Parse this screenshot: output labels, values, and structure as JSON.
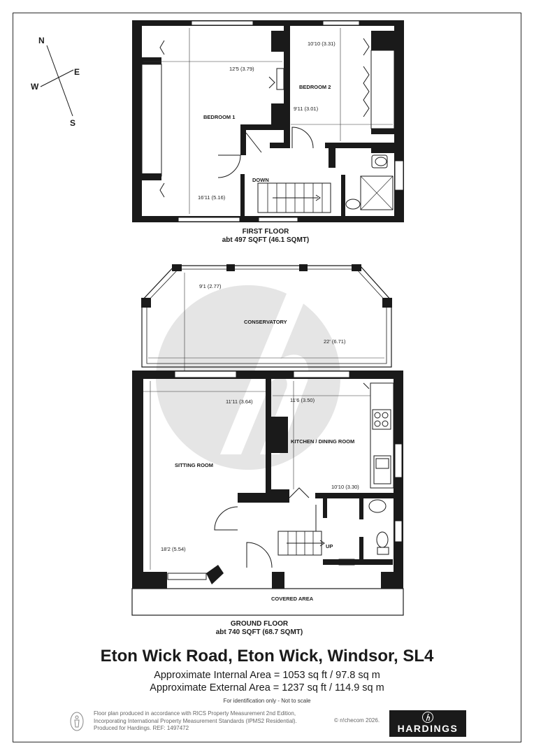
{
  "compass": {
    "n": "N",
    "e": "E",
    "s": "S",
    "w": "W"
  },
  "first_floor": {
    "rooms": {
      "bedroom1": "BEDROOM 1",
      "bedroom2": "BEDROOM 2",
      "down": "DOWN"
    },
    "dims": {
      "bed1_width": "12'5 (3.79)",
      "bed1_length": "16'11 (5.16)",
      "bed2_width": "10'10 (3.31)",
      "bed2_length": "9'11 (3.01)"
    },
    "caption": "FIRST FLOOR",
    "area": "abt 497 SQFT (46.1 SQMT)"
  },
  "ground_floor": {
    "rooms": {
      "conservatory": "CONSERVATORY",
      "sitting": "SITTING ROOM",
      "kitchen": "KITCHEN / DINING ROOM",
      "covered": "COVERED AREA",
      "up": "UP"
    },
    "dims": {
      "cons_depth": "9'1 (2.77)",
      "cons_width": "22' (6.71)",
      "sit_width": "11'11 (3.64)",
      "sit_length": "18'2 (5.54)",
      "kit_width": "11'6 (3.50)",
      "kit_length": "10'10 (3.30)"
    },
    "caption": "GROUND FLOOR",
    "area": "abt 740 SQFT (68.7 SQMT)"
  },
  "address": "Eton Wick Road, Eton Wick, Windsor, SL4",
  "internal_area": "Approximate Internal Area = 1053 sq ft / 97.8 sq m",
  "external_area": "Approximate External Area = 1237 sq ft / 114.9 sq m",
  "disclaimer": "For identification only - Not to scale",
  "footer": {
    "line1": "Floor plan produced in accordance with RICS Property Measurement 2nd Edition,",
    "line2": "Incorporating International Property Measurement Standards (IPMS2 Residential).",
    "line3": "Produced for Hardings.   REF:   1497472",
    "copyright": "© n!checom 2026."
  },
  "brand": {
    "name": "HARDINGS",
    "mark": "h"
  },
  "colors": {
    "wall": "#1a1a1a",
    "watermark": "#e5e5e5"
  }
}
